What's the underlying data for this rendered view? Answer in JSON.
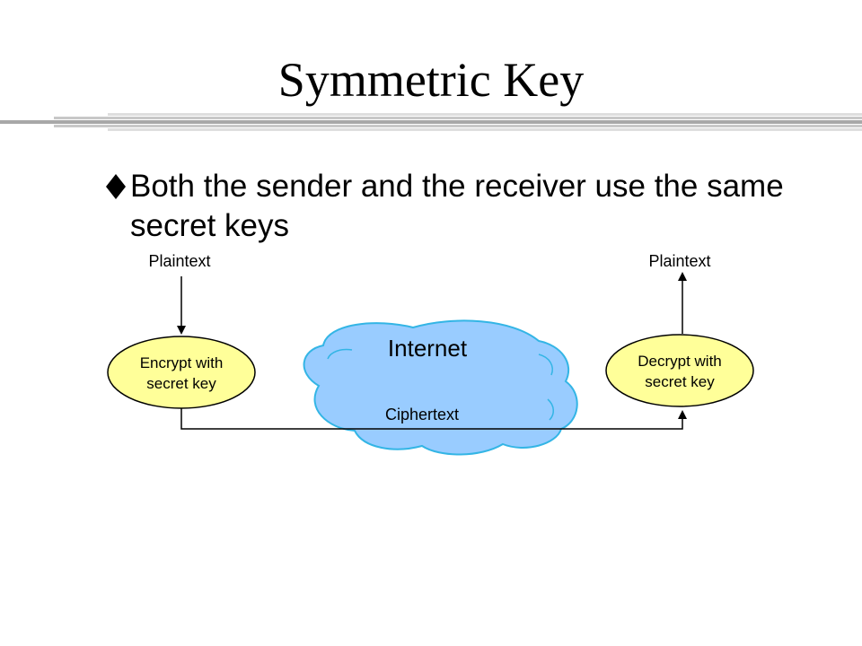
{
  "slide": {
    "title": "Symmetric Key",
    "bullet": "Both the sender and the receiver use the same secret keys",
    "bullet_icon": "diamond-bullet-icon"
  },
  "diagram": {
    "plaintext_left": "Plaintext",
    "plaintext_right": "Plaintext",
    "encrypt_line1": "Encrypt with",
    "encrypt_line2": "secret key",
    "decrypt_line1": "Decrypt with",
    "decrypt_line2": "secret key",
    "cloud_label": "Internet",
    "ciphertext": "Ciphertext"
  },
  "colors": {
    "ellipse_fill": "#ffff99",
    "cloud_fill": "#99ccff",
    "cloud_stroke": "#33b5e5",
    "rule_dark": "#9a9a9a",
    "rule_light": "#d6d6d6"
  }
}
